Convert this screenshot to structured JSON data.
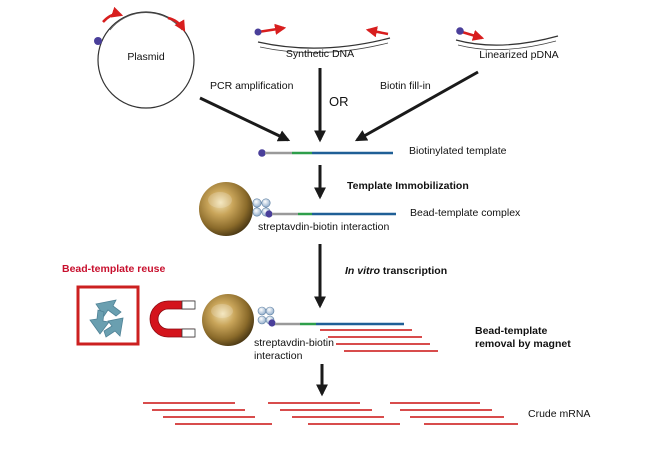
{
  "labels": {
    "plasmid": "Plasmid",
    "synthetic_dna": "Synthetic DNA",
    "linearized_pdna": "Linearized pDNA",
    "pcr_amplification": "PCR amplification",
    "or": "OR",
    "biotin_fill_in": "Biotin fill-in",
    "biotinylated_template": "Biotinylated template",
    "template_immobilization": "Template Immobilization",
    "bead_template_complex": "Bead-template complex",
    "streptavidin_biotin_interaction": "streptavdin-biotin interaction",
    "in_vitro": "In vitro",
    "transcription": " transcription",
    "bead_template_reuse": "Bead-template reuse",
    "streptavidin_biotin_line1": "streptavdin-biotin",
    "streptavidin_biotin_line2": "interaction",
    "removal_line1": "Bead-template",
    "removal_line2": "removal by magnet",
    "crude_mrna": "Crude mRNA"
  },
  "colors": {
    "arrow": "#1a1a1a",
    "primer_red": "#d81e1e",
    "template_blue": "#1f5f96",
    "template_green": "#2e9e4a",
    "template_grey": "#9a9a9a",
    "biotin_dot": "#4a3f9a",
    "mrna_red": "#cc1111",
    "reuse_border": "#cc2020",
    "recycle_teal": "#6a9fb0",
    "bead_gold": "#b08a3a"
  }
}
